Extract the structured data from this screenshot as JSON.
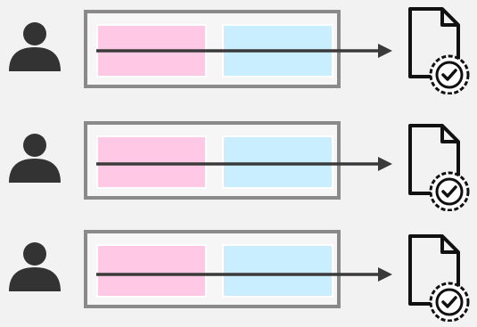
{
  "colors": {
    "background": "#f2f2f2",
    "frame": "#8a8a8a",
    "pink_block": "#ffc9e6",
    "blue_block": "#c8eeff",
    "arrow": "#3a3a3a",
    "icon": "#333333",
    "document_stroke": "#111111"
  },
  "icons": {
    "user": "user-icon",
    "document": "certified-document-icon",
    "badge": "check-seal-icon"
  },
  "rows": [
    {
      "id": "row-1"
    },
    {
      "id": "row-2"
    },
    {
      "id": "row-3"
    }
  ]
}
